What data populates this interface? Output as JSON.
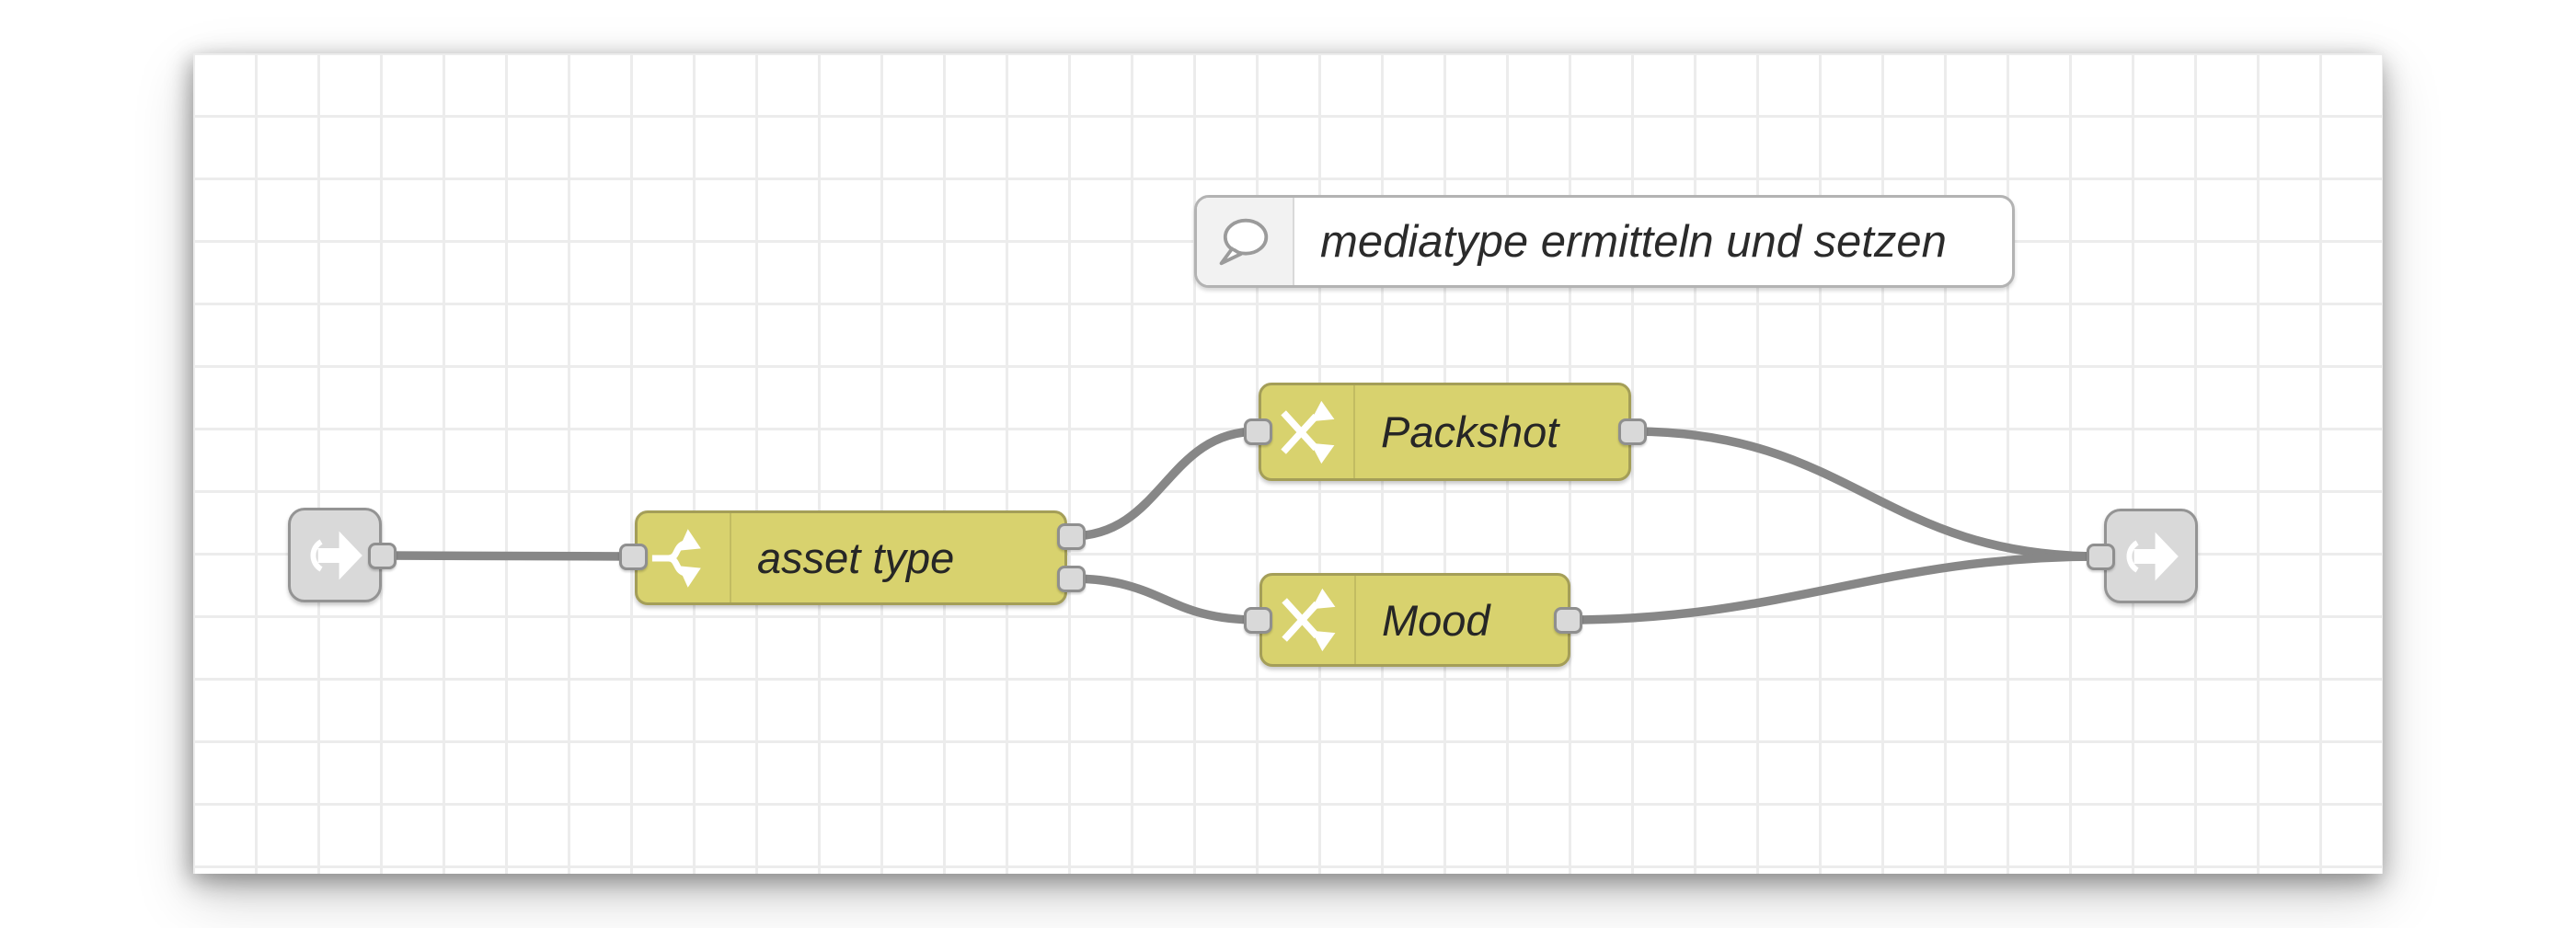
{
  "editor": {
    "name": "flow-editor-canvas",
    "grid_color": "#ececec",
    "background": "#ffffff"
  },
  "comment_node": {
    "text": "mediatype ermitteln und setzen",
    "icon": "comment-bubble-icon"
  },
  "nodes": {
    "link_in": {
      "type": "link in",
      "icon": "link-icon"
    },
    "switch": {
      "type": "switch",
      "label": "asset type",
      "icon": "switch-fork-icon",
      "outputs": 2
    },
    "change_packshot": {
      "type": "change",
      "label": "Packshot",
      "icon": "shuffle-icon"
    },
    "change_mood": {
      "type": "change",
      "label": "Mood",
      "icon": "shuffle-icon"
    },
    "link_out": {
      "type": "link out",
      "icon": "link-icon"
    }
  },
  "colors": {
    "node_yellow": "#d8d26e",
    "node_border": "#a49e58",
    "link_node_gray": "#d9d9d9",
    "port_gray": "#d9d9d9",
    "wire_gray": "#878787"
  }
}
